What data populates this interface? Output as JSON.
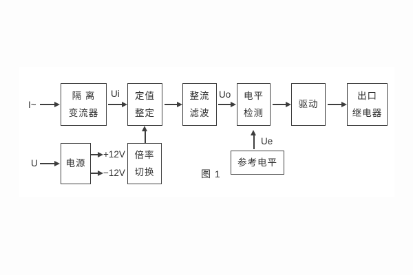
{
  "figure": {
    "caption": "图 1"
  },
  "inputs": {
    "current": "I~",
    "voltage": "U"
  },
  "signals": {
    "ui": "Ui",
    "uo": "Uo",
    "ue": "Ue",
    "plus12": "+12V",
    "minus12": "−12V"
  },
  "blocks": {
    "isolation": {
      "line1": "隔 离",
      "line2": "变流器"
    },
    "setting": {
      "line1": "定值",
      "line2": "整定"
    },
    "rectify": {
      "line1": "整流",
      "line2": "滤波"
    },
    "level": {
      "line1": "电平",
      "line2": "检测"
    },
    "drive": {
      "line1": "驱动"
    },
    "output": {
      "line1": "出口",
      "line2": "继电器"
    },
    "power": {
      "line1": "电源"
    },
    "ratio": {
      "line1": "倍率",
      "line2": "切换"
    },
    "reference": {
      "line1": "参考电平"
    }
  },
  "colors": {
    "line": "#3d3d3d",
    "text": "#2e2e2e",
    "background": "#fdfdfd"
  }
}
